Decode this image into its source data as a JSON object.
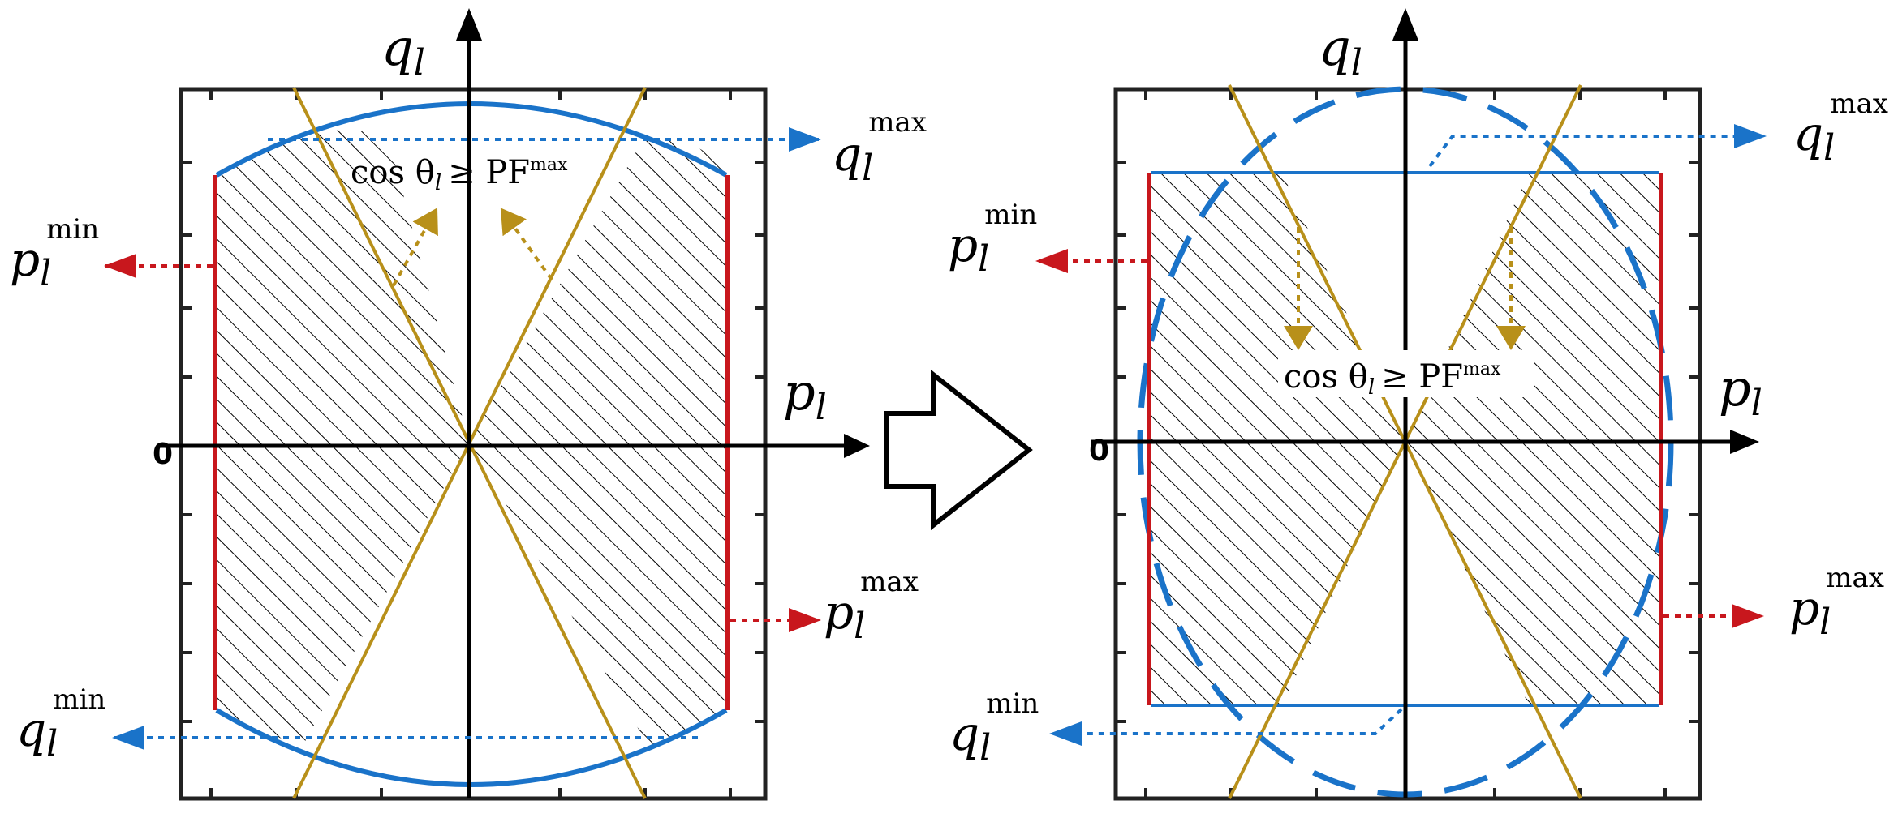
{
  "panels": [
    {
      "x_axis_label": "p",
      "x_axis_subscript": "l",
      "y_axis_label": "q",
      "y_axis_subscript": "l",
      "origin_label": "0",
      "pf_constraint_text": "cos θ",
      "pf_constraint_subscript": "l",
      "pf_constraint_rhs": "≥ PF",
      "pf_constraint_superscript": "max",
      "limits": {
        "q_max": {
          "var": "q",
          "sub": "l",
          "sup": "max"
        },
        "q_min": {
          "var": "q",
          "sub": "l",
          "sup": "min"
        },
        "p_max": {
          "var": "p",
          "sub": "l",
          "sup": "max"
        },
        "p_min": {
          "var": "p",
          "sub": "l",
          "sup": "min"
        }
      }
    },
    {
      "x_axis_label": "p",
      "x_axis_subscript": "l",
      "y_axis_label": "q",
      "y_axis_subscript": "l",
      "origin_label": "0",
      "pf_constraint_text": "cos θ",
      "pf_constraint_subscript": "l",
      "pf_constraint_rhs": "≥ PF",
      "pf_constraint_superscript": "max",
      "limits": {
        "q_max": {
          "var": "q",
          "sub": "l",
          "sup": "max"
        },
        "q_min": {
          "var": "q",
          "sub": "l",
          "sup": "min"
        },
        "p_max": {
          "var": "p",
          "sub": "l",
          "sup": "max"
        },
        "p_min": {
          "var": "p",
          "sub": "l",
          "sup": "min"
        }
      }
    }
  ],
  "colors": {
    "q_limit": "#1a73c9",
    "p_limit": "#c8171d",
    "pf_line": "#b8901a",
    "axis": "#000000",
    "hatch": "#000000"
  },
  "icons": {
    "transition": "right-arrow-outline-icon"
  }
}
